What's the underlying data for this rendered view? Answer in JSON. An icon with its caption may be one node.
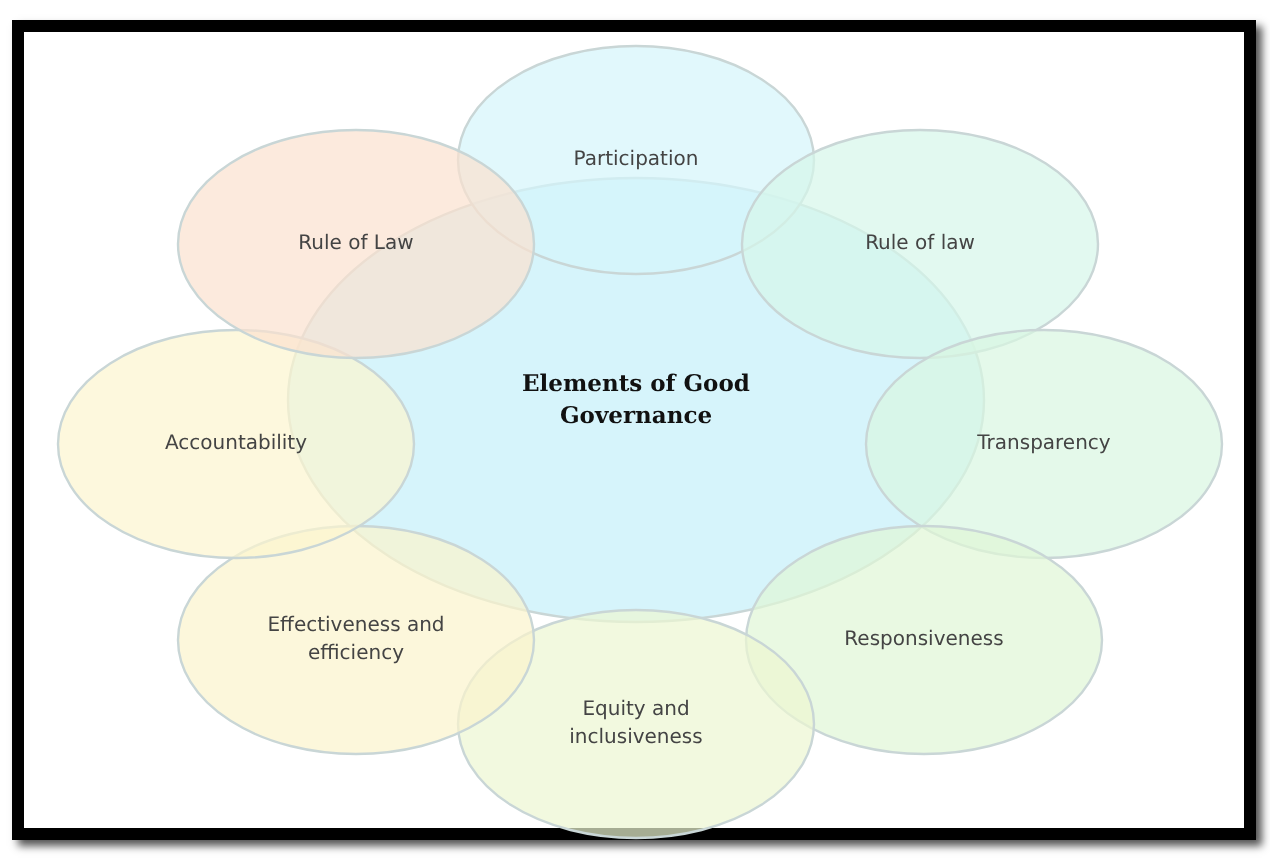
{
  "diagram": {
    "nodes": [
      {
        "text": [
          "Elements of Good Governance"
        ]
      },
      {
        "text": [
          "Participation"
        ]
      },
      {
        "text": [
          "Rule of law"
        ]
      },
      {
        "text": [
          "Transparency"
        ]
      },
      {
        "text": [
          "Responsiveness"
        ]
      },
      {
        "text": [
          "Equity and inclusiveness"
        ]
      },
      {
        "text": [
          "Effectiveness and efficiency"
        ]
      },
      {
        "text": [
          "Accountability"
        ]
      },
      {
        "text": [
          "Rule of Law"
        ]
      }
    ]
  }
}
